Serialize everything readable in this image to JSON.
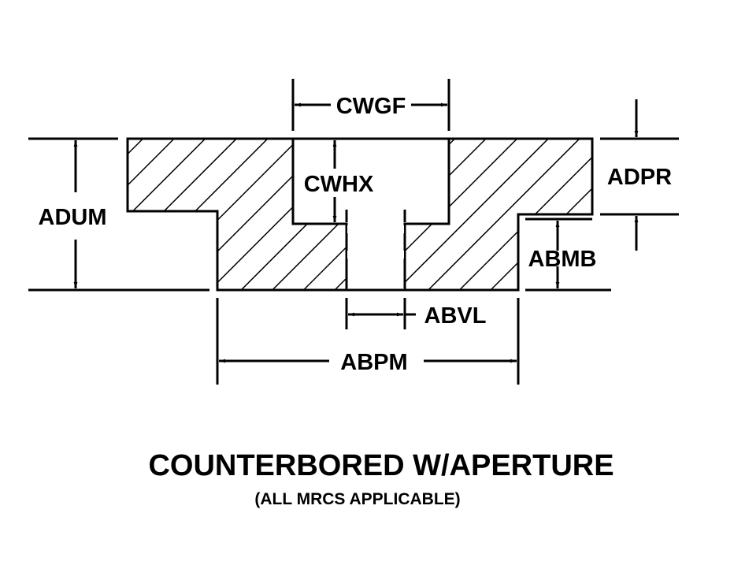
{
  "diagram": {
    "title": "COUNTERBORED W/APERTURE",
    "subtitle": "(ALL MRCS APPLICABLE)",
    "colors": {
      "line": "#000000",
      "background": "#ffffff"
    },
    "dimensions": {
      "cwgf": "CWGF",
      "cwhx": "CWHX",
      "adum": "ADUM",
      "adpr": "ADPR",
      "abmb": "ABMB",
      "abvl": "ABVL",
      "abpm": "ABPM"
    }
  }
}
